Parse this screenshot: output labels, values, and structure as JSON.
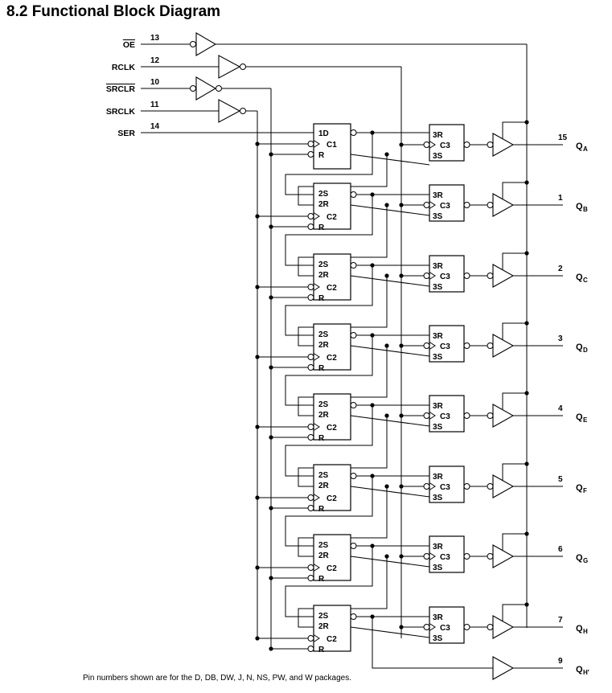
{
  "title": "8.2 Functional Block Diagram",
  "inputs": [
    {
      "name": "OE",
      "pin": "13",
      "overline": true
    },
    {
      "name": "RCLK",
      "pin": "12",
      "overline": false
    },
    {
      "name": "SRCLR",
      "pin": "10",
      "overline": true
    },
    {
      "name": "SRCLK",
      "pin": "11",
      "overline": false
    },
    {
      "name": "SER",
      "pin": "14",
      "overline": false
    }
  ],
  "shift_first": {
    "d": "1D",
    "c": "C1",
    "r": "R"
  },
  "shift_rest": {
    "s": "2S",
    "rr": "2R",
    "c": "C2",
    "r": "R"
  },
  "storage": {
    "r": "3R",
    "c": "C3",
    "s": "3S"
  },
  "outputs": [
    {
      "pin": "15",
      "main": "Q",
      "sub": "A"
    },
    {
      "pin": "1",
      "main": "Q",
      "sub": "B"
    },
    {
      "pin": "2",
      "main": "Q",
      "sub": "C"
    },
    {
      "pin": "3",
      "main": "Q",
      "sub": "D"
    },
    {
      "pin": "4",
      "main": "Q",
      "sub": "E"
    },
    {
      "pin": "5",
      "main": "Q",
      "sub": "F"
    },
    {
      "pin": "6",
      "main": "Q",
      "sub": "G"
    },
    {
      "pin": "7",
      "main": "Q",
      "sub": "H"
    }
  ],
  "serial_out": {
    "pin": "9",
    "main": "Q",
    "sub": "H′"
  },
  "footnote": "Pin numbers shown are for the D, DB, DW, J, N, NS, PW, and W packages."
}
